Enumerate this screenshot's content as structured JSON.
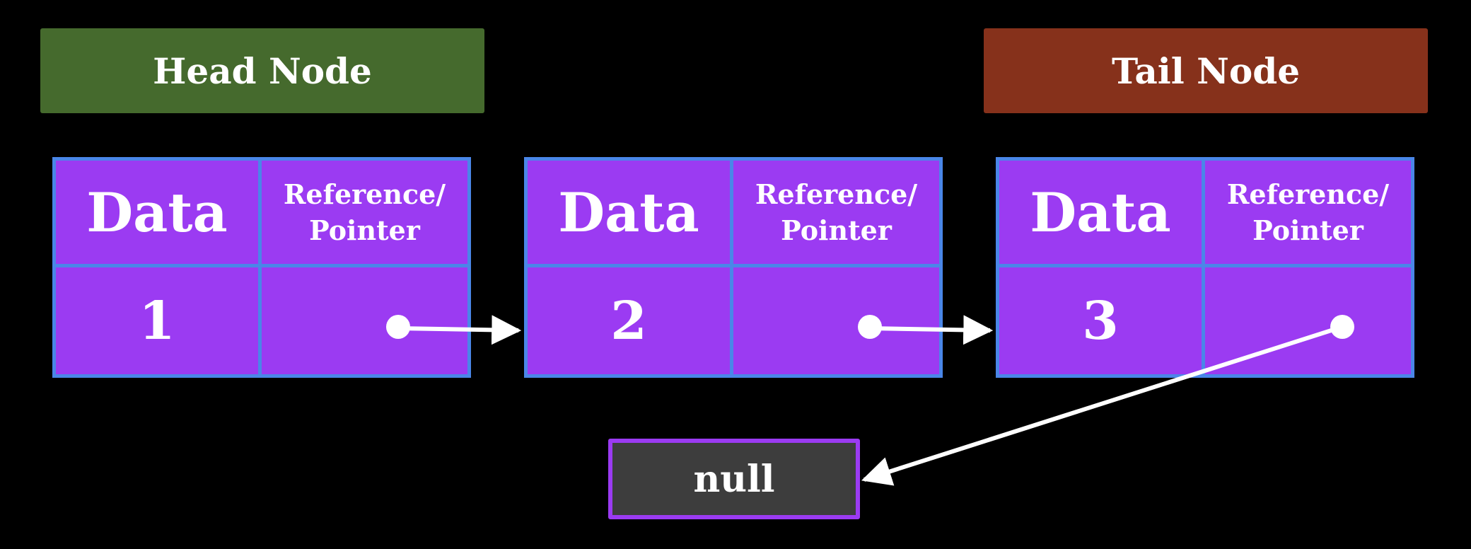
{
  "head_label": "Head Node",
  "tail_label": "Tail Node",
  "nodes": [
    {
      "data_header": "Data",
      "ref_header": "Reference/\nPointer",
      "value": "1"
    },
    {
      "data_header": "Data",
      "ref_header": "Reference/\nPointer",
      "value": "2"
    },
    {
      "data_header": "Data",
      "ref_header": "Reference/\nPointer",
      "value": "3"
    }
  ],
  "null_label": "null",
  "colors": {
    "background": "#000000",
    "head": "#456a2d",
    "tail": "#86311b",
    "node_fill": "#9b3bf2",
    "node_border": "#4a86e8",
    "null_fill": "#3d3d3d",
    "arrow": "#ffffff"
  }
}
